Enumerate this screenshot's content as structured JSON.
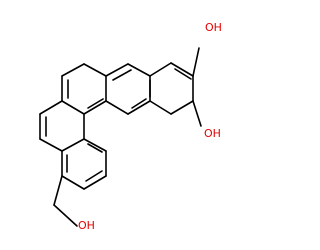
{
  "molecule": {
    "labels": {
      "oh_top": "OH",
      "oh_middle": "OH",
      "oh_bottom": "OH"
    },
    "colors": {
      "bond": "#000000",
      "heteroatom": "#e60000",
      "background": "#ffffff"
    }
  }
}
